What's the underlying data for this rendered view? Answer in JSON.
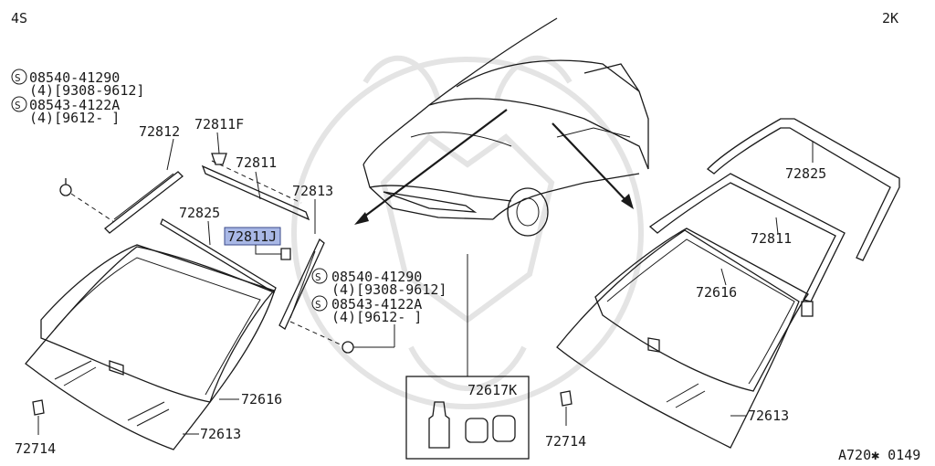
{
  "corner": {
    "top_left": "4S",
    "top_right": "2K",
    "bottom_right": "A720✱ 0149"
  },
  "notes": {
    "top_left": {
      "line1": "08540-41290",
      "line2": "(4)[9308-9612]",
      "line3": "08543-4122A",
      "line4": "(4)[9612-     ]"
    },
    "middle": {
      "line1": "08540-41290",
      "line2": "(4)[9308-9612]",
      "line3": "08543-4122A",
      "line4": "(4)[9612-     ]"
    },
    "s_symbol": "S"
  },
  "parts": {
    "p72812": "72812",
    "p72811F": "72811F",
    "p72811_left": "72811",
    "p72813": "72813",
    "p72825_left": "72825",
    "p72811J": "72811J",
    "p72616_left": "72616",
    "p72613_left": "72613",
    "p72714_left": "72714",
    "p72617K": "72617K",
    "p72714_right": "72714",
    "p72825_right": "72825",
    "p72811_right": "72811",
    "p72616_right": "72616",
    "p72613_right": "72613"
  },
  "highlight_color": "#a9b8e6"
}
